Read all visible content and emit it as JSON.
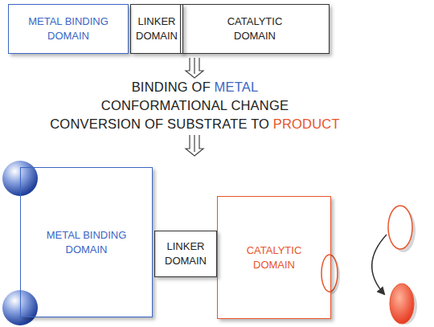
{
  "diagram": {
    "nodes": [
      {
        "text": [
          "METAL BINDING DOMAIN"
        ]
      },
      {
        "text": [
          "LINKER DOMAIN"
        ]
      },
      {
        "text": [
          "CATALYTIC DOMAIN"
        ]
      },
      {
        "text": [
          "METAL BINDING DOMAIN"
        ]
      },
      {
        "text": [
          "LINKER DOMAIN"
        ]
      },
      {
        "text": [
          "CATALYTIC DOMAIN"
        ]
      }
    ],
    "labels": [
      "BINDING OF",
      "METAL",
      "CONFORMATIONAL CHANGE",
      "CONVERSION OF SUBSTRATE TO",
      "PRODUCT"
    ]
  }
}
